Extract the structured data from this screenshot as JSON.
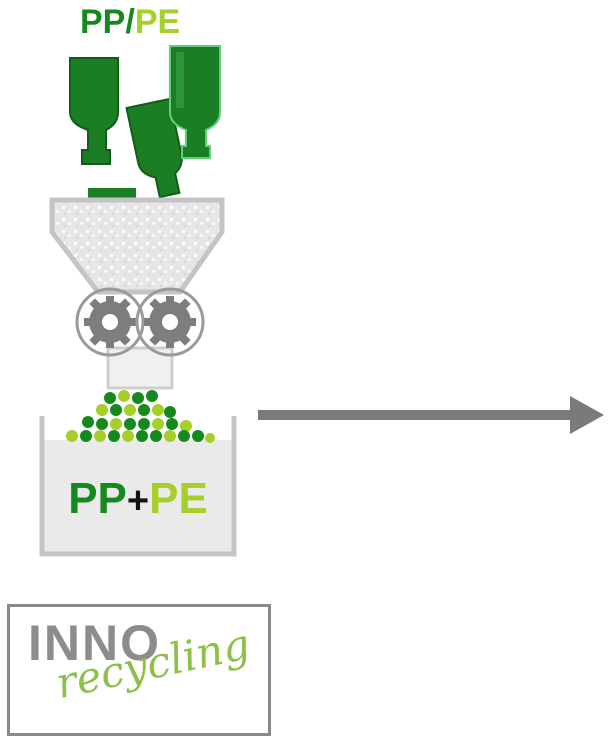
{
  "labels": {
    "top_pp": "PP",
    "top_slash": "/",
    "top_pe": "PE",
    "bin_pp": "PP",
    "bin_plus": "+",
    "bin_pe": "PE"
  },
  "logo": {
    "brand_top": "INNO",
    "brand_script": "recycling"
  },
  "colors": {
    "pp_green": "#15891e",
    "pe_green": "#a6cf2a",
    "bottle_green": "#1b7e24",
    "bottle_highlight": "#5fcf7a",
    "funnel_gray": "#c9c9c9",
    "gear_gray": "#8a8a8a",
    "arrow_gray": "#7a7a7a",
    "bin_fill": "#eaeaea",
    "plus_black": "#111111",
    "logo_gray": "#8c8c8c",
    "logo_green": "#8cc04a"
  },
  "icons": {
    "bottles": "bottle-icon",
    "funnel": "hopper-icon",
    "gears": "gear-icon",
    "arrow": "right-arrow-icon"
  }
}
